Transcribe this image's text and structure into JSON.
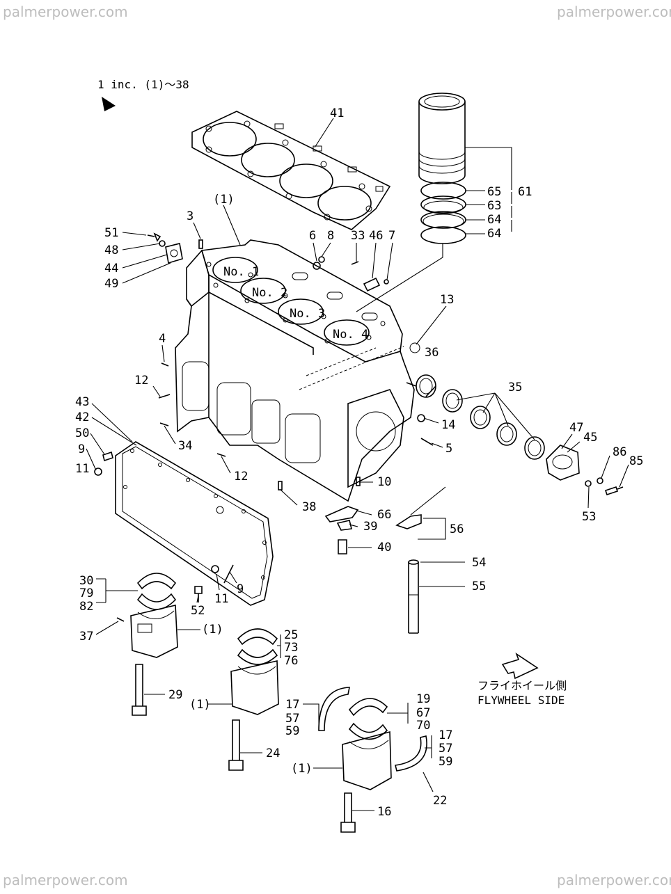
{
  "watermarks": {
    "top_left": "palmerpower.com",
    "top_right": "palmerpower.com",
    "bottom_left": "palmerpower.com",
    "bottom_right": "palmerpower.com"
  },
  "assembly_note": "1 inc. (1)～38",
  "cylinder_labels": [
    "No. 1",
    "No. 2",
    "No. 3",
    "No. 4"
  ],
  "flywheel": {
    "jp": "フライホイール側",
    "en": "FLYWHEEL SIDE"
  },
  "callouts": {
    "c41": "41",
    "c61": "61",
    "c65": "65",
    "c63": "63",
    "c64a": "64",
    "c64b": "64",
    "c1top": "(1)",
    "c3": "3",
    "c51": "51",
    "c48": "48",
    "c44": "44",
    "c49": "49",
    "c6": "6",
    "c8": "8",
    "c33": "33",
    "c46": "46",
    "c7": "7",
    "c13": "13",
    "c36": "36",
    "c35": "35",
    "c47": "47",
    "c45": "45",
    "c86": "86",
    "c85": "85",
    "c53": "53",
    "c4": "4",
    "c12a": "12",
    "c43": "43",
    "c42": "42",
    "c50": "50",
    "c9a": "9",
    "c11a": "11",
    "c34": "34",
    "c12b": "12",
    "c14": "14",
    "c5": "5",
    "c10": "10",
    "c38": "38",
    "c66": "66",
    "c39": "39",
    "c56": "56",
    "c40": "40",
    "c54": "54",
    "c55": "55",
    "c52": "52",
    "c11b": "11",
    "c9b": "9",
    "c30": "30",
    "c79": "79",
    "c82": "82",
    "c37": "37",
    "c1a": "(1)",
    "c29": "29",
    "c25": "25",
    "c73": "73",
    "c76": "76",
    "c1b": "(1)",
    "c24": "24",
    "c17a": "17",
    "c57a": "57",
    "c59a": "59",
    "c19": "19",
    "c67": "67",
    "c70": "70",
    "c17b": "17",
    "c57b": "57",
    "c59b": "59",
    "c22": "22",
    "c1c": "(1)",
    "c16": "16"
  }
}
